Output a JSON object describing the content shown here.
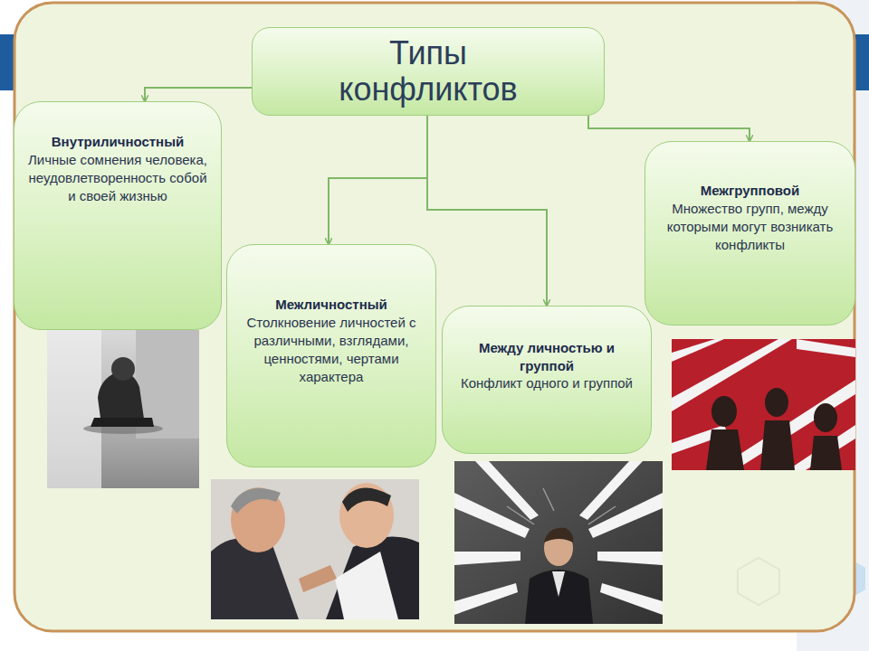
{
  "diagram": {
    "nodes": [
      {
        "text": [
          "Типы конфликтов"
        ]
      },
      {
        "text": [
          "Внутриличностный",
          "Личные сомнения человека, неудовлетворенность собой и своей жизнью"
        ]
      },
      {
        "text": [
          "Межличностный",
          "Столкновение личностей с различными, взглядами, ценностями, чертами характера"
        ]
      },
      {
        "text": [
          "Между личностью и группой",
          "Конфликт одного и группой"
        ]
      },
      {
        "text": [
          "Межгрупповой",
          "Множество групп, между которыми могут возникать конфликты"
        ]
      }
    ],
    "edges": [
      {
        "from": 0,
        "to": 1,
        "arrow": "to"
      },
      {
        "from": 0,
        "to": 2,
        "arrow": "to"
      },
      {
        "from": 0,
        "to": 3,
        "arrow": "to"
      },
      {
        "from": 0,
        "to": 4,
        "arrow": "to"
      }
    ]
  }
}
